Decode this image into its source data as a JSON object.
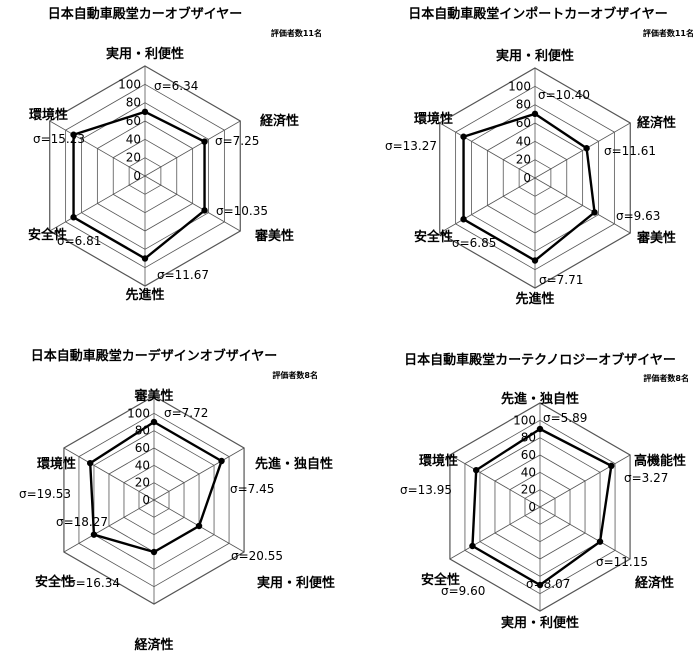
{
  "chart_data": [
    {
      "type": "radar",
      "title": "日本自動車殿堂カーオブザイヤー",
      "evaluators": "評価者数11名",
      "rlim": [
        0,
        100
      ],
      "ticks": [
        0,
        20,
        40,
        60,
        80,
        100
      ],
      "axes": [
        {
          "label": "実用・利便性",
          "value": 70,
          "sigma": "σ=6.34"
        },
        {
          "label": "経済性",
          "value": 75,
          "sigma": "σ=7.25"
        },
        {
          "label": "審美性",
          "value": 75,
          "sigma": "σ=10.35"
        },
        {
          "label": "先進性",
          "value": 90,
          "sigma": "σ=11.67"
        },
        {
          "label": "安全性",
          "value": 90,
          "sigma": "σ=6.81"
        },
        {
          "label": "環境性",
          "value": 90,
          "sigma": "σ=15.23"
        }
      ]
    },
    {
      "type": "radar",
      "title": "日本自動車殿堂インポートカーオブザイヤー",
      "evaluators": "評価者数11名",
      "rlim": [
        0,
        100
      ],
      "ticks": [
        0,
        20,
        40,
        60,
        80,
        100
      ],
      "axes": [
        {
          "label": "実用・利便性",
          "value": 70,
          "sigma": "σ=10.40"
        },
        {
          "label": "経済性",
          "value": 65,
          "sigma": "σ=11.61"
        },
        {
          "label": "審美性",
          "value": 75,
          "sigma": "σ=9.63"
        },
        {
          "label": "先進性",
          "value": 90,
          "sigma": "σ=7.71"
        },
        {
          "label": "安全性",
          "value": 90,
          "sigma": "σ=6.85"
        },
        {
          "label": "環境性",
          "value": 90,
          "sigma": "σ=13.27"
        }
      ]
    },
    {
      "type": "radar",
      "title": "日本自動車殿堂カーデザインオブザイヤー",
      "evaluators": "評価者数8名",
      "rlim": [
        0,
        100
      ],
      "ticks": [
        0,
        20,
        40,
        60,
        80,
        100
      ],
      "axes": [
        {
          "label": "審美性",
          "value": 90,
          "sigma": "σ=7.72"
        },
        {
          "label": "先進・独自性",
          "value": 90,
          "sigma": "σ=7.45"
        },
        {
          "label": "実用・利便性",
          "value": 60,
          "sigma": "σ=20.55"
        },
        {
          "label": "経済性",
          "value": 60,
          "sigma": "σ=16.34"
        },
        {
          "label": "安全性",
          "value": 80,
          "sigma": "σ=18.27"
        },
        {
          "label": "環境性",
          "value": 85,
          "sigma": "σ=19.53"
        }
      ]
    },
    {
      "type": "radar",
      "title": "日本自動車殿堂カーテクノロジーオブザイヤー",
      "evaluators": "評価者数8名",
      "rlim": [
        0,
        100
      ],
      "ticks": [
        0,
        20,
        40,
        60,
        80,
        100
      ],
      "axes": [
        {
          "label": "先進・独自性",
          "value": 90,
          "sigma": "σ=5.89"
        },
        {
          "label": "高機能性",
          "value": 95,
          "sigma": "σ=3.27"
        },
        {
          "label": "経済性",
          "value": 80,
          "sigma": "σ=11.15"
        },
        {
          "label": "実用・利便性",
          "value": 90,
          "sigma": "σ=8.07"
        },
        {
          "label": "安全性",
          "value": 90,
          "sigma": "σ=9.60"
        },
        {
          "label": "環境性",
          "value": 85,
          "sigma": "σ=13.95"
        }
      ]
    }
  ]
}
